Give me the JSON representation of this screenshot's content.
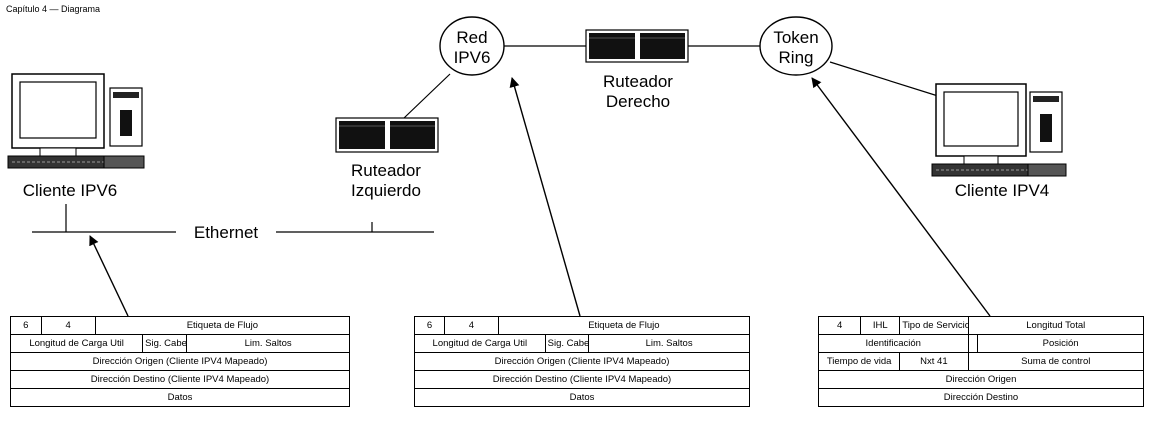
{
  "caption": "Capítulo 4 — Diagrama",
  "nodes": {
    "red_ipv6": [
      "Red",
      "IPV6"
    ],
    "token_ring": [
      "Token",
      "Ring"
    ],
    "ruteador_derecho": [
      "Ruteador",
      "Derecho"
    ],
    "ruteador_izquierdo": [
      "Ruteador",
      "Izquierdo"
    ],
    "cliente_ipv6": "Cliente IPV6",
    "cliente_ipv4": "Cliente IPV4",
    "ethernet": "Ethernet"
  },
  "ipv6_header": {
    "row1": [
      "6",
      "4",
      "Etiqueta de Flujo"
    ],
    "row2": [
      "Longitud de Carga Util",
      "Sig. Cabecera",
      "Lim. Saltos"
    ],
    "row3": "Dirección Origen (Cliente IPV4 Mapeado)",
    "row4": "Dirección Destino (Cliente IPV4 Mapeado)",
    "row5": "Datos"
  },
  "ipv4_header": {
    "row1": [
      "4",
      "IHL",
      "Tipo de Servicio",
      "Longitud Total"
    ],
    "row2": [
      "Identificación",
      "Posición"
    ],
    "row3": [
      "Tiempo de vida",
      "Nxt 41",
      "Suma de control"
    ],
    "row4": "Dirección Origen",
    "row5": "Dirección Destino"
  }
}
